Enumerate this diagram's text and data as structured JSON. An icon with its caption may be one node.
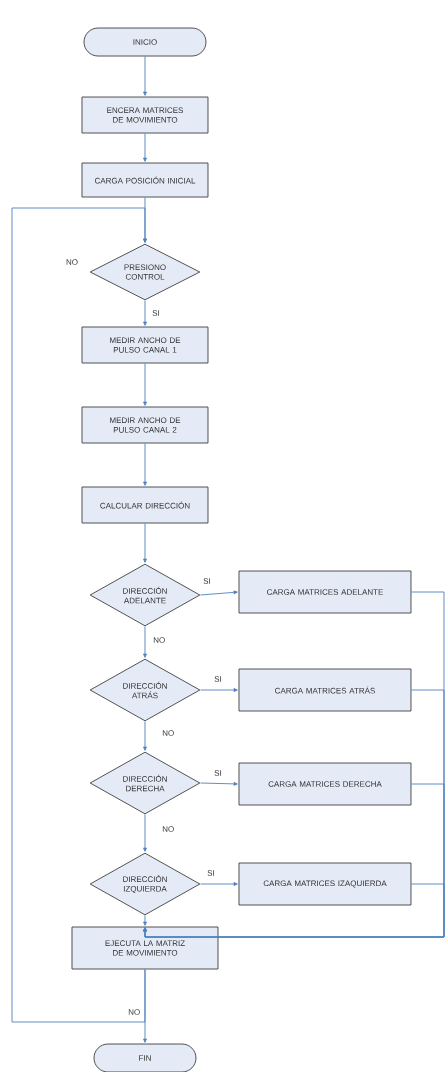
{
  "diagram": {
    "nodes": [
      {
        "text": [
          "INICIO"
        ]
      },
      {
        "text": [
          "ENCERA MATRICES DE MOVIMIENTO"
        ]
      },
      {
        "text": [
          "CARGA POSICIÓN INICIAL"
        ]
      },
      {
        "text": [
          "PRESIONO CONTROL"
        ]
      },
      {
        "text": [
          "MEDIR ANCHO DE PULSO CANAL 1"
        ]
      },
      {
        "text": [
          "MEDIR ANCHO DE PULSO CANAL 2"
        ]
      },
      {
        "text": [
          "CALCULAR DIRECCIÓN"
        ]
      },
      {
        "text": [
          "DIRECCIÓN ADELANTE"
        ]
      },
      {
        "text": [
          "CARGA MATRICES ADELANTE"
        ]
      },
      {
        "text": [
          "DIRECCIÓN ATRÁS"
        ]
      },
      {
        "text": [
          "CARGA MATRICES ATRÁS"
        ]
      },
      {
        "text": [
          "DIRECCIÓN DERECHA"
        ]
      },
      {
        "text": [
          "CARGA MATRICES DERECHA"
        ]
      },
      {
        "text": [
          "DIRECCIÓN IZQUIERDA"
        ]
      },
      {
        "text": [
          "CARGA MATRICES IZAQUIERDA"
        ]
      },
      {
        "text": [
          "EJECUTA LA MATRIZ DE MOVIMIENTO"
        ]
      },
      {
        "text": [
          "FIN"
        ]
      }
    ],
    "edges": [
      {
        "from": 0,
        "to": 1,
        "arrow": "to"
      },
      {
        "from": 1,
        "to": 2,
        "arrow": "to"
      },
      {
        "from": 2,
        "to": 3,
        "arrow": "to"
      },
      {
        "from": 3,
        "to": 4,
        "arrow": "to",
        "label": "SI"
      },
      {
        "from": 4,
        "to": 5,
        "arrow": "to"
      },
      {
        "from": 5,
        "to": 6,
        "arrow": "to"
      },
      {
        "from": 6,
        "to": 7,
        "arrow": "to"
      },
      {
        "from": 7,
        "to": 8,
        "arrow": "to",
        "label": "SI"
      },
      {
        "from": 7,
        "to": 9,
        "arrow": "to",
        "label": "NO"
      },
      {
        "from": 9,
        "to": 10,
        "arrow": "to",
        "label": "SI"
      },
      {
        "from": 9,
        "to": 11,
        "arrow": "to",
        "label": "NO"
      },
      {
        "from": 11,
        "to": 12,
        "arrow": "to",
        "label": "SI"
      },
      {
        "from": 11,
        "to": 13,
        "arrow": "to",
        "label": "NO"
      },
      {
        "from": 13,
        "to": 14,
        "arrow": "to",
        "label": "SI"
      },
      {
        "from": 13,
        "to": 15,
        "arrow": "to"
      },
      {
        "from": 8,
        "to": 15,
        "arrow": "to"
      },
      {
        "from": 10,
        "to": 15,
        "arrow": "to"
      },
      {
        "from": 12,
        "to": 15,
        "arrow": "to"
      },
      {
        "from": 14,
        "to": 15,
        "arrow": "to"
      },
      {
        "from": 15,
        "to": 3,
        "arrow": "to",
        "label": "NO"
      },
      {
        "from": 15,
        "to": 16,
        "arrow": "to"
      }
    ],
    "labels": [
      "NO"
    ]
  }
}
